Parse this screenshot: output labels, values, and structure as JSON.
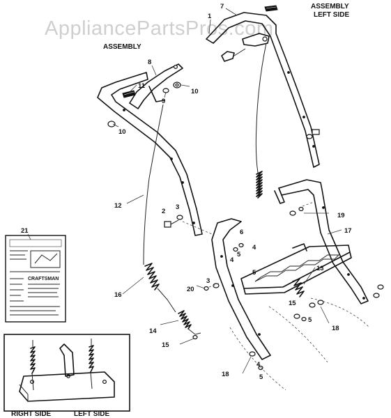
{
  "watermark": "AppliancePartsPros.com",
  "headings": {
    "assembly_left_line1": "ASSEMBLY",
    "assembly_left_line2": "LEFT SIDE",
    "assembly": "ASSEMBLY"
  },
  "inset": {
    "right_side_label": "RIGHT SIDE",
    "left_side_label": "LEFT SIDE"
  },
  "manual": {
    "brand": "CRAFTSMAN"
  },
  "callouts": [
    {
      "id": "c1",
      "label": "1"
    },
    {
      "id": "c2",
      "label": "2"
    },
    {
      "id": "c3a",
      "label": "3"
    },
    {
      "id": "c3b",
      "label": "3"
    },
    {
      "id": "c4a",
      "label": "4"
    },
    {
      "id": "c4b",
      "label": "4"
    },
    {
      "id": "c4c",
      "label": "4"
    },
    {
      "id": "c5a",
      "label": "5"
    },
    {
      "id": "c5b",
      "label": "5"
    },
    {
      "id": "c5c",
      "label": "5"
    },
    {
      "id": "c5d",
      "label": "5"
    },
    {
      "id": "c6",
      "label": "6"
    },
    {
      "id": "c7",
      "label": "7"
    },
    {
      "id": "c8",
      "label": "8"
    },
    {
      "id": "c9",
      "label": "9"
    },
    {
      "id": "c10a",
      "label": "10"
    },
    {
      "id": "c10b",
      "label": "10"
    },
    {
      "id": "c11",
      "label": "11"
    },
    {
      "id": "c12",
      "label": "12"
    },
    {
      "id": "c13",
      "label": "13"
    },
    {
      "id": "c14",
      "label": "14"
    },
    {
      "id": "c15a",
      "label": "15"
    },
    {
      "id": "c15b",
      "label": "15"
    },
    {
      "id": "c16",
      "label": "16"
    },
    {
      "id": "c17",
      "label": "17"
    },
    {
      "id": "c18a",
      "label": "18"
    },
    {
      "id": "c18b",
      "label": "18"
    },
    {
      "id": "c19",
      "label": "19"
    },
    {
      "id": "c20",
      "label": "20"
    },
    {
      "id": "c21",
      "label": "21"
    }
  ]
}
